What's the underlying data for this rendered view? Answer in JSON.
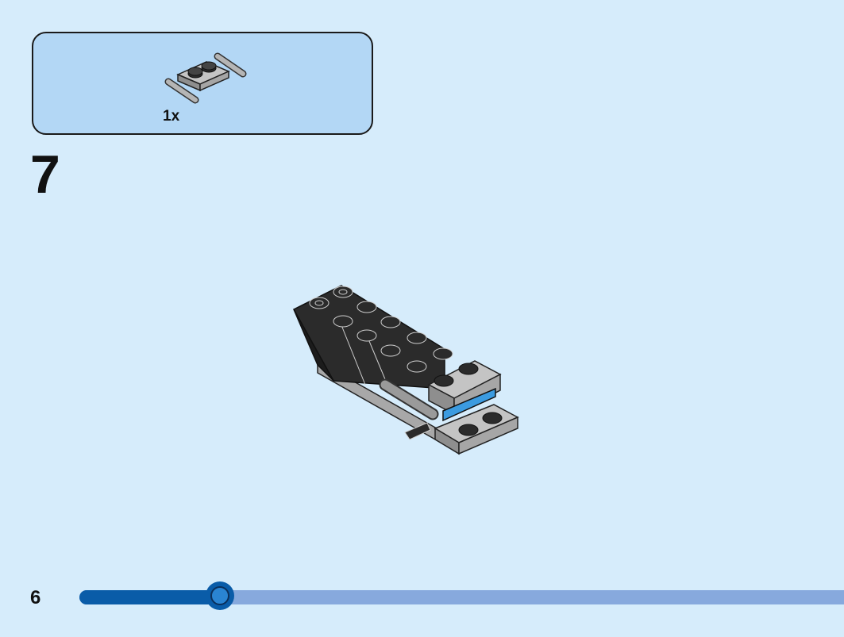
{
  "parts_list": {
    "items": [
      {
        "icon": "plate-with-bar-handles-icon",
        "quantity": "1x",
        "color": "#a8a8a8"
      }
    ]
  },
  "step": {
    "number": "7"
  },
  "page": {
    "number": "6"
  },
  "progress": {
    "fraction": 0.184
  },
  "colors": {
    "background": "#d6ecfb",
    "parts_box": "#b3d7f5",
    "brick_black": "#2b2b2b",
    "brick_gray": "#a8a8a8",
    "brick_blue": "#3b9be0",
    "progress_fill": "#0a5ca8",
    "progress_track": "#87a9dd"
  }
}
